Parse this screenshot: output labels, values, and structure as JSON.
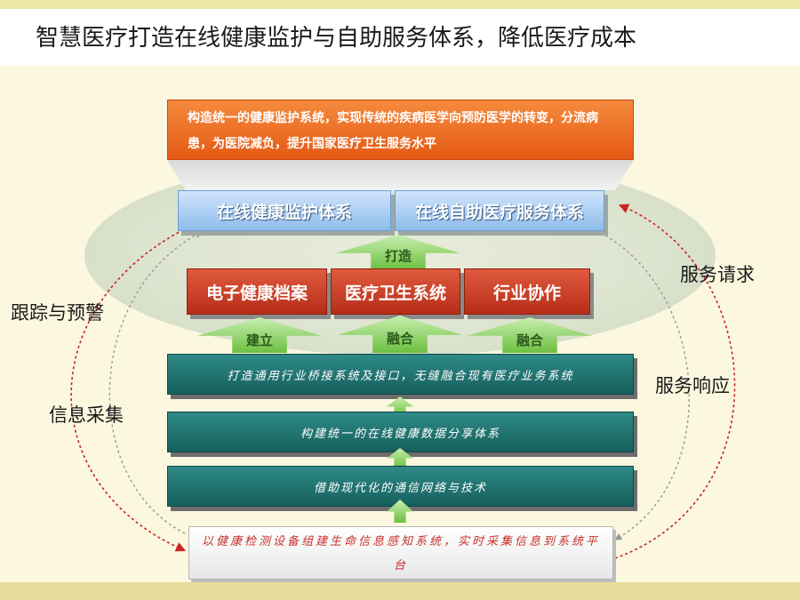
{
  "title": "智慧医疗打造在线健康监护与自助服务体系，降低医疗成本",
  "goal_text": "构造统一的健康监护系统，实现传统的疾病医学向预防医学的转变，分流病患，为医院减负，提升国家医疗卫生服务水平",
  "systems": [
    "在线健康监护体系",
    "在线自助医疗服务体系"
  ],
  "arrow_build_label": "打造",
  "components": [
    "电子健康档案",
    "医疗卫生系统",
    "行业协作"
  ],
  "arrow_labels": [
    "建立",
    "融合",
    "融合"
  ],
  "layers": [
    "打造通用行业桥接系统及接口，无缝融合现有医疗业务系统",
    "构建统一的在线健康数据分享体系",
    "借助现代化的通信网络与技术"
  ],
  "base_text": "以健康检测设备组建生命信息感知系统，实时采集信息到系统平台",
  "side_labels": {
    "tracking": "跟踪与预警",
    "collection": "信息采集",
    "request": "服务请求",
    "response": "服务响应"
  },
  "colors": {
    "goal": "#e55a15",
    "system": "#8fbcec",
    "component": "#b62d18",
    "layer": "#16605d",
    "arrow": "#6bbf3f",
    "arc": "#cc2222"
  }
}
